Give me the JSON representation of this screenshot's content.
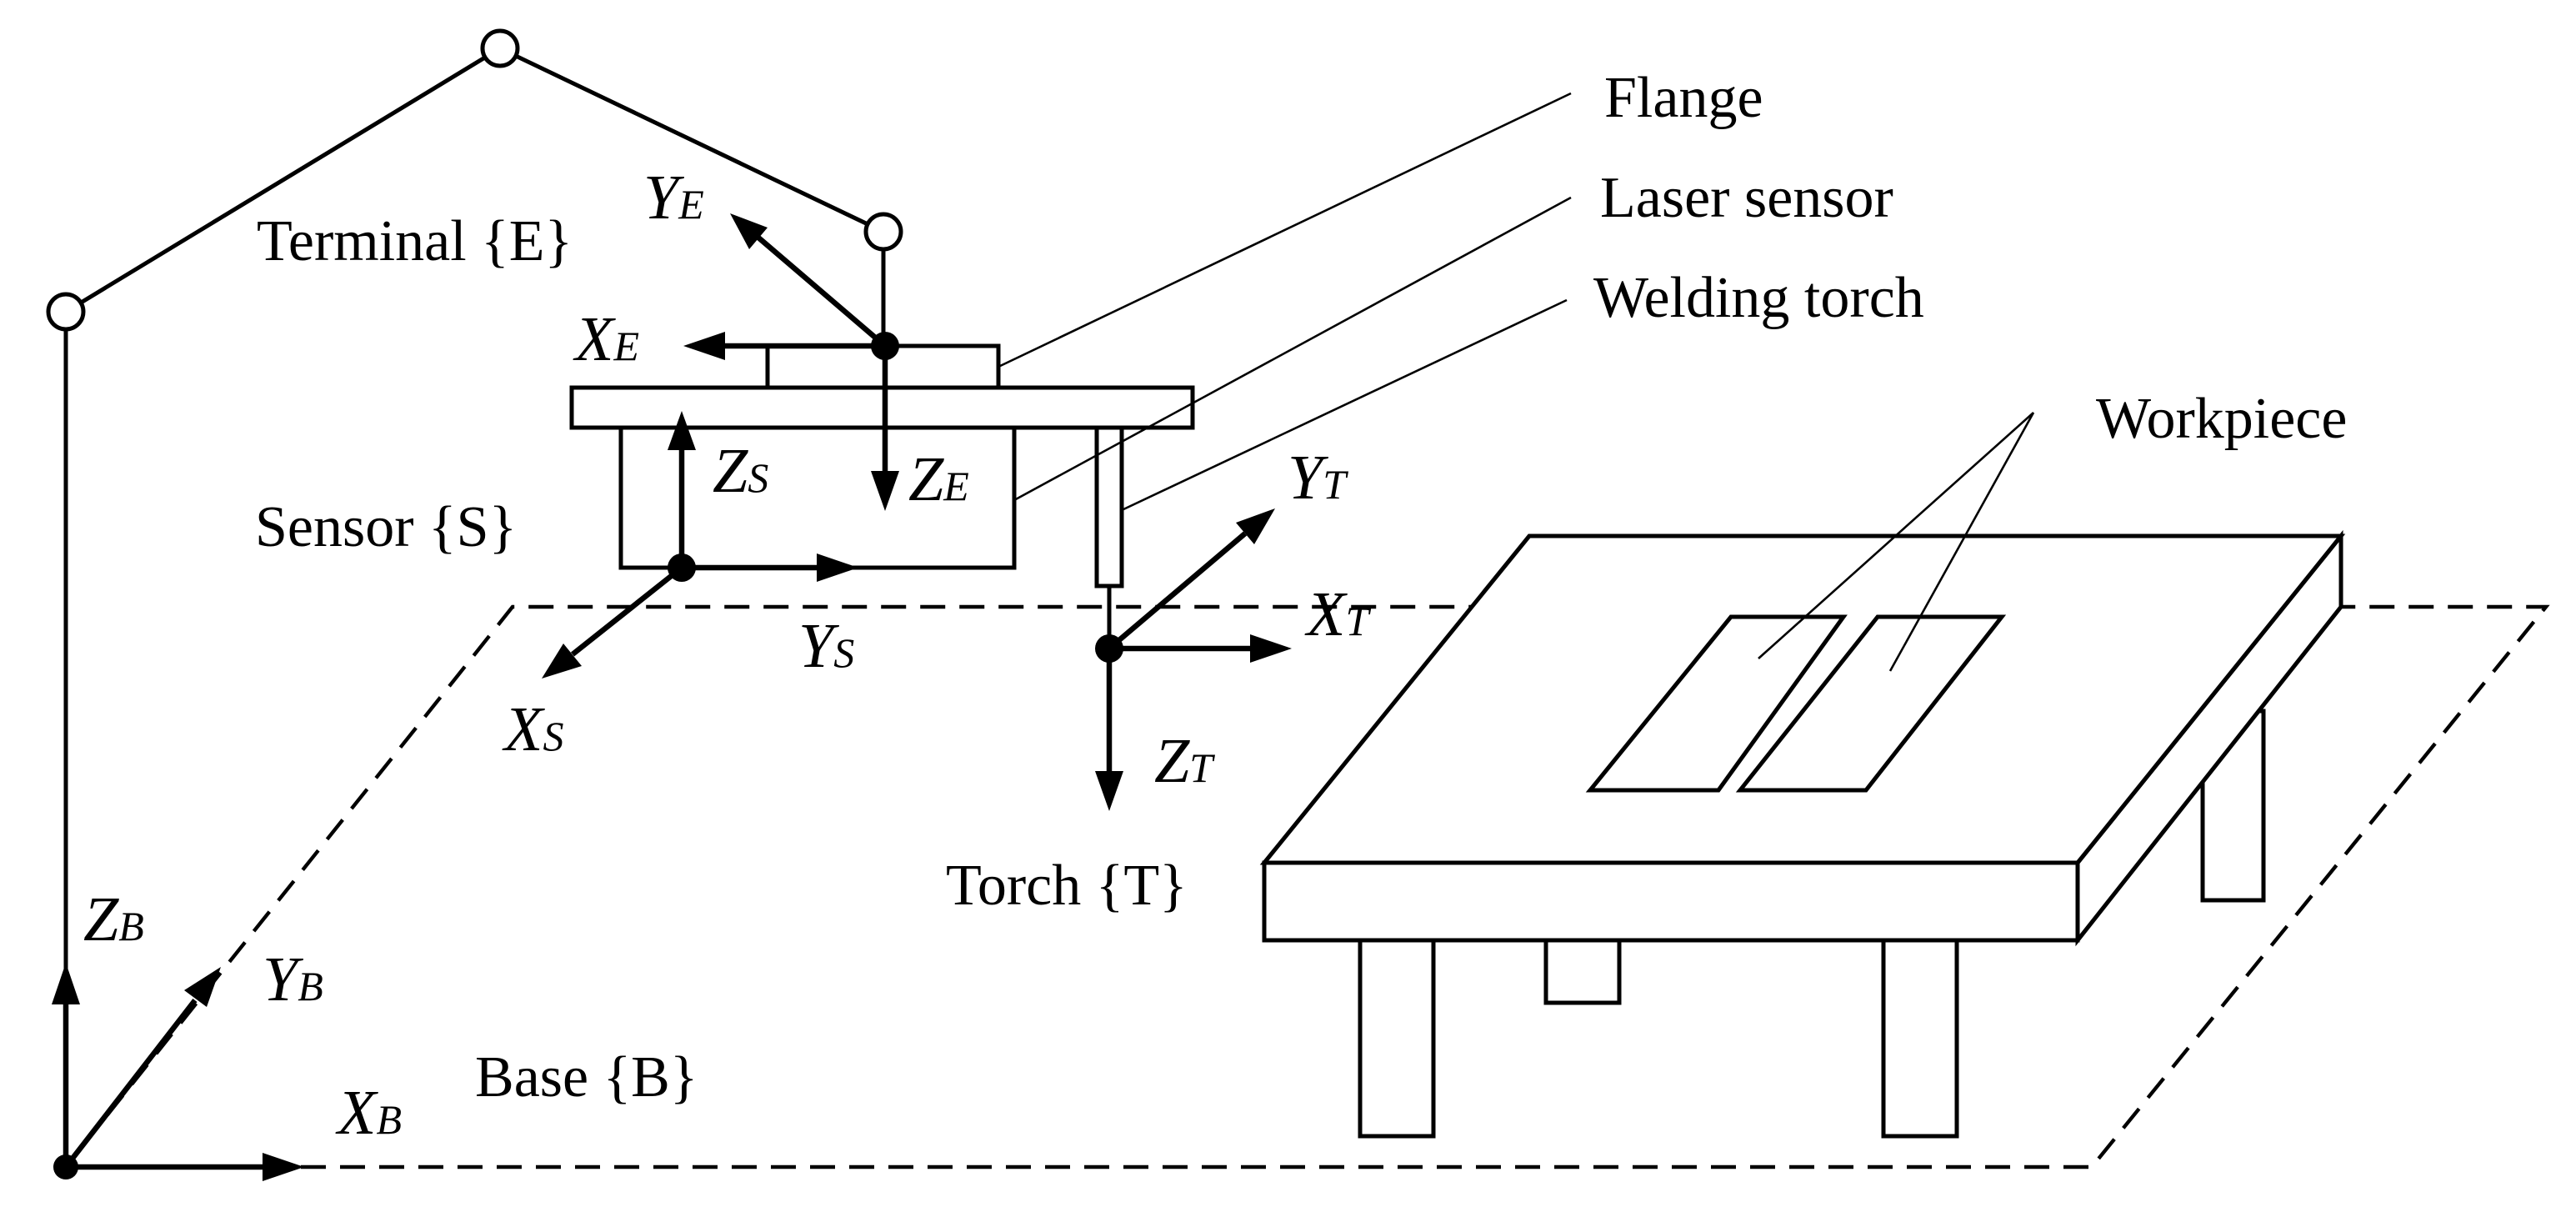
{
  "frames": {
    "terminal": "Terminal {E}",
    "sensor": "Sensor {S}",
    "torch": "Torch {T}",
    "base": "Base {B}"
  },
  "components": {
    "flange": "Flange",
    "laser_sensor": "Laser sensor",
    "welding_torch": "Welding torch",
    "workpiece": "Workpiece"
  },
  "axes": {
    "end": {
      "x": "X",
      "x_sub": "E",
      "y": "Y",
      "y_sub": "E",
      "z": "Z",
      "z_sub": "E"
    },
    "sensor": {
      "x": "X",
      "x_sub": "S",
      "y": "Y",
      "y_sub": "S",
      "z": "Z",
      "z_sub": "S"
    },
    "torch": {
      "x": "X",
      "x_sub": "T",
      "y": "Y",
      "y_sub": "T",
      "z": "Z",
      "z_sub": "T"
    },
    "base": {
      "x": "X",
      "x_sub": "B",
      "y": "Y",
      "y_sub": "B",
      "z": "Z",
      "z_sub": "B"
    }
  }
}
